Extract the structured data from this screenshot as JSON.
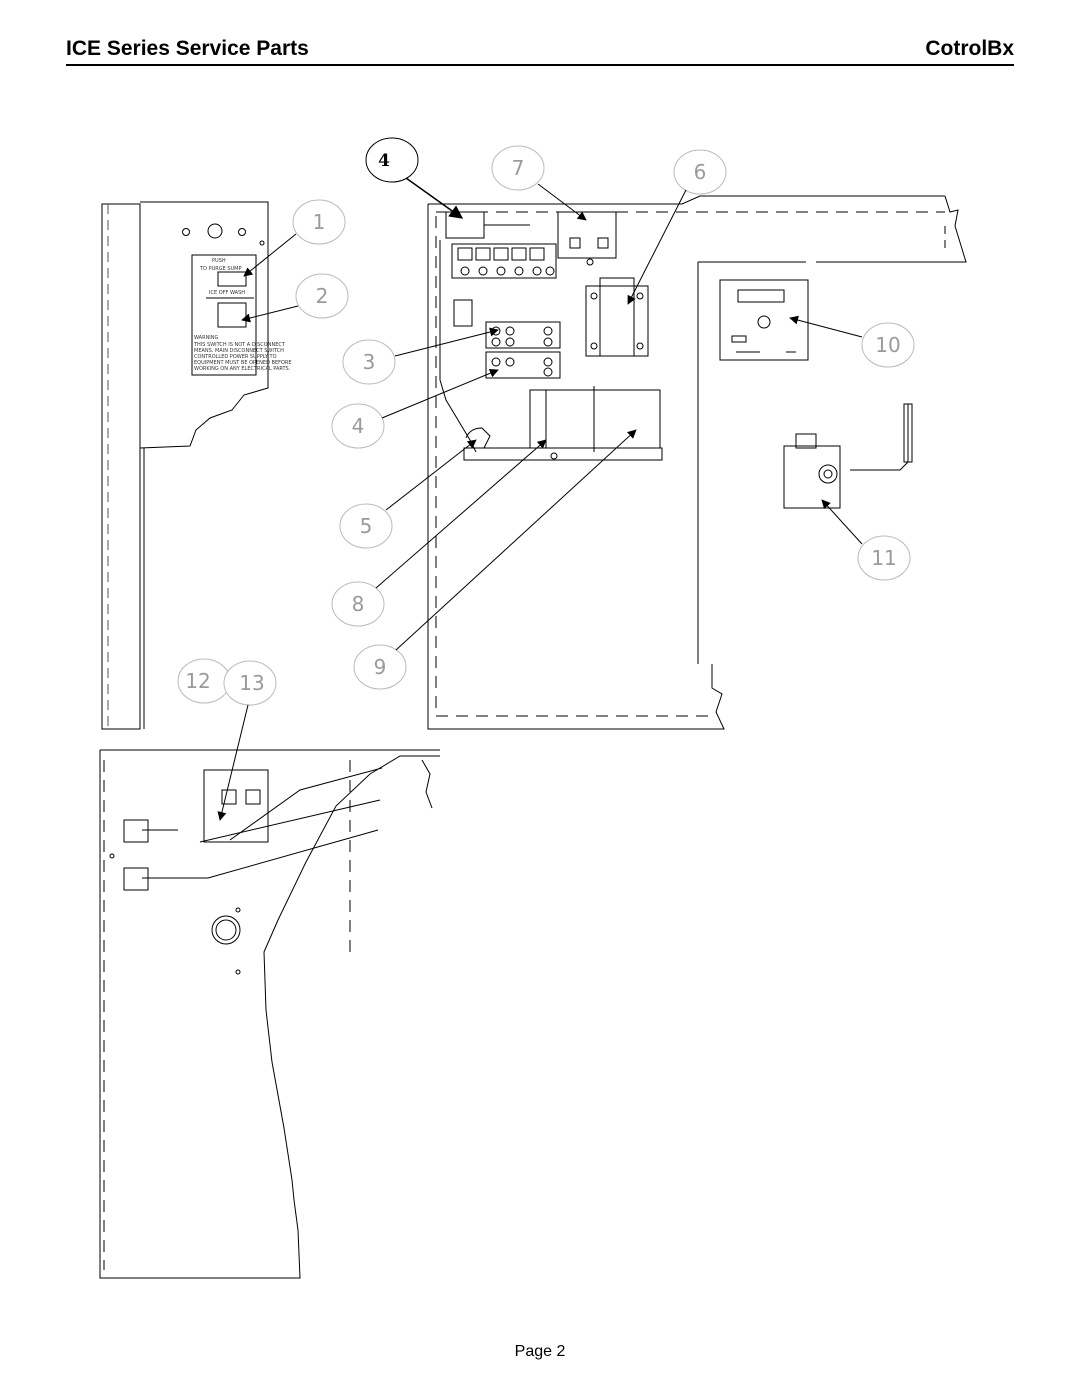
{
  "header": {
    "title": "ICE Series Service Parts",
    "section": "CotrolBx"
  },
  "footer": {
    "page": "Page 2"
  },
  "callouts": {
    "c1": "1",
    "c2": "2",
    "c3": "3",
    "c4": "4",
    "c5": "5",
    "c6": "6",
    "c7": "7",
    "c8": "8",
    "c9": "9",
    "c10": "10",
    "c11": "11",
    "c12": "12",
    "c13": "13",
    "c14": "4"
  },
  "panel_labels": {
    "push_line1": "PUSH",
    "push_line2": "TO PURGE SUMP",
    "switch_positions": "ICE   OFF   WASH",
    "warning_title": "WARNING",
    "warning_l1": "THIS SWITCH IS NOT A DISCONNECT",
    "warning_l2": "MEANS. MAIN DISCONNECT SWITCH",
    "warning_l3": "CONTROLLED POWER SUPPLY TO",
    "warning_l4": "EQUIPMENT MUST BE OPENED BEFORE",
    "warning_l5": "WORKING ON ANY ELECTRICAL PARTS."
  }
}
